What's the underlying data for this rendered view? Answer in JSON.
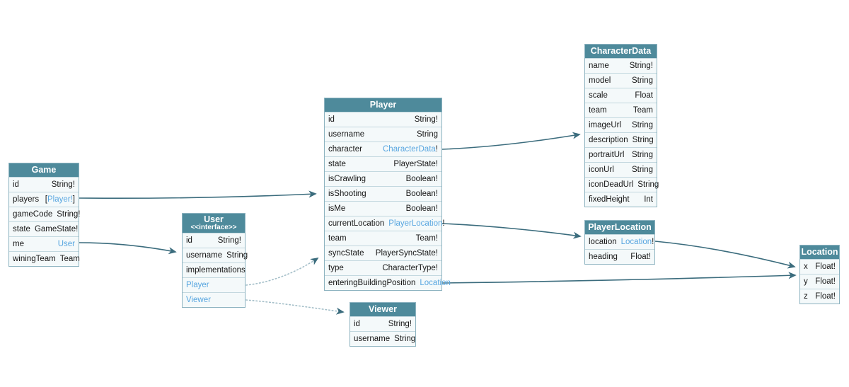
{
  "diagram": {
    "colors": {
      "header_bg": "#4e8a9b",
      "header_text": "#ffffff",
      "row_bg": "#f4f9fa",
      "row_border": "#c3d8df",
      "outer_border": "#8db3c0",
      "field_text": "#161616",
      "link_text": "#58a6e0",
      "edge_solid": "#3b6c7d",
      "edge_dotted": "#a3bec8"
    },
    "tables": [
      {
        "id": "game",
        "title": "Game",
        "fields": [
          {
            "name": "id",
            "parts": [
              {
                "text": "String!"
              }
            ]
          },
          {
            "name": "players",
            "parts": [
              {
                "text": "["
              },
              {
                "text": "Player!",
                "link": true
              },
              {
                "text": "]"
              }
            ]
          },
          {
            "name": "gameCode",
            "parts": [
              {
                "text": "String!"
              }
            ]
          },
          {
            "name": "state",
            "parts": [
              {
                "text": "GameState!"
              }
            ]
          },
          {
            "name": "me",
            "parts": [
              {
                "text": "User",
                "link": true
              }
            ]
          },
          {
            "name": "winingTeam",
            "parts": [
              {
                "text": "Team"
              }
            ]
          }
        ]
      },
      {
        "id": "user",
        "title": "User",
        "subtitle": "<<interface>>",
        "fields": [
          {
            "name": "id",
            "parts": [
              {
                "text": "String!"
              }
            ]
          },
          {
            "name": "username",
            "parts": [
              {
                "text": "String"
              }
            ]
          },
          {
            "label": "implementations"
          },
          {
            "label": "Player",
            "link": true
          },
          {
            "label": "Viewer",
            "link": true
          }
        ]
      },
      {
        "id": "player",
        "title": "Player",
        "fields": [
          {
            "name": "id",
            "parts": [
              {
                "text": "String!"
              }
            ]
          },
          {
            "name": "username",
            "parts": [
              {
                "text": "String"
              }
            ]
          },
          {
            "name": "character",
            "parts": [
              {
                "text": "CharacterData",
                "link": true
              },
              {
                "text": "!"
              }
            ]
          },
          {
            "name": "state",
            "parts": [
              {
                "text": "PlayerState!"
              }
            ]
          },
          {
            "name": "isCrawling",
            "parts": [
              {
                "text": "Boolean!"
              }
            ]
          },
          {
            "name": "isShooting",
            "parts": [
              {
                "text": "Boolean!"
              }
            ]
          },
          {
            "name": "isMe",
            "parts": [
              {
                "text": "Boolean!"
              }
            ]
          },
          {
            "name": "currentLocation",
            "parts": [
              {
                "text": "PlayerLocation",
                "link": true
              },
              {
                "text": "!"
              }
            ]
          },
          {
            "name": "team",
            "parts": [
              {
                "text": "Team!"
              }
            ]
          },
          {
            "name": "syncState",
            "parts": [
              {
                "text": "PlayerSyncState!"
              }
            ]
          },
          {
            "name": "type",
            "parts": [
              {
                "text": "CharacterType!"
              }
            ]
          },
          {
            "name": "enteringBuildingPosition",
            "parts": [
              {
                "text": "Location",
                "link": true
              }
            ]
          }
        ]
      },
      {
        "id": "characterdata",
        "title": "CharacterData",
        "fields": [
          {
            "name": "name",
            "parts": [
              {
                "text": "String!"
              }
            ]
          },
          {
            "name": "model",
            "parts": [
              {
                "text": "String"
              }
            ]
          },
          {
            "name": "scale",
            "parts": [
              {
                "text": "Float"
              }
            ]
          },
          {
            "name": "team",
            "parts": [
              {
                "text": "Team"
              }
            ]
          },
          {
            "name": "imageUrl",
            "parts": [
              {
                "text": "String"
              }
            ]
          },
          {
            "name": "description",
            "parts": [
              {
                "text": "String"
              }
            ]
          },
          {
            "name": "portraitUrl",
            "parts": [
              {
                "text": "String"
              }
            ]
          },
          {
            "name": "iconUrl",
            "parts": [
              {
                "text": "String"
              }
            ]
          },
          {
            "name": "iconDeadUrl",
            "parts": [
              {
                "text": "String"
              }
            ]
          },
          {
            "name": "fixedHeight",
            "parts": [
              {
                "text": "Int"
              }
            ]
          }
        ]
      },
      {
        "id": "playerlocation",
        "title": "PlayerLocation",
        "fields": [
          {
            "name": "location",
            "parts": [
              {
                "text": "Location",
                "link": true
              },
              {
                "text": "!"
              }
            ]
          },
          {
            "name": "heading",
            "parts": [
              {
                "text": "Float!"
              }
            ]
          }
        ]
      },
      {
        "id": "location",
        "title": "Location",
        "fields": [
          {
            "name": "x",
            "parts": [
              {
                "text": "Float!"
              }
            ]
          },
          {
            "name": "y",
            "parts": [
              {
                "text": "Float!"
              }
            ]
          },
          {
            "name": "z",
            "parts": [
              {
                "text": "Float!"
              }
            ]
          }
        ]
      },
      {
        "id": "viewer",
        "title": "Viewer",
        "fields": [
          {
            "name": "id",
            "parts": [
              {
                "text": "String!"
              }
            ]
          },
          {
            "name": "username",
            "parts": [
              {
                "text": "String"
              }
            ]
          }
        ]
      }
    ],
    "edges": [
      {
        "from": "Game.players",
        "to": "Player",
        "style": "solid"
      },
      {
        "from": "Game.me",
        "to": "User",
        "style": "solid"
      },
      {
        "from": "User.Player",
        "to": "Player",
        "style": "dotted"
      },
      {
        "from": "User.Viewer",
        "to": "Viewer",
        "style": "dotted"
      },
      {
        "from": "Player.character",
        "to": "CharacterData",
        "style": "solid"
      },
      {
        "from": "Player.currentLocation",
        "to": "PlayerLocation",
        "style": "solid"
      },
      {
        "from": "PlayerLocation.location",
        "to": "Location",
        "style": "solid"
      },
      {
        "from": "Player.enteringBuildingPosition",
        "to": "Location",
        "style": "solid"
      }
    ]
  }
}
